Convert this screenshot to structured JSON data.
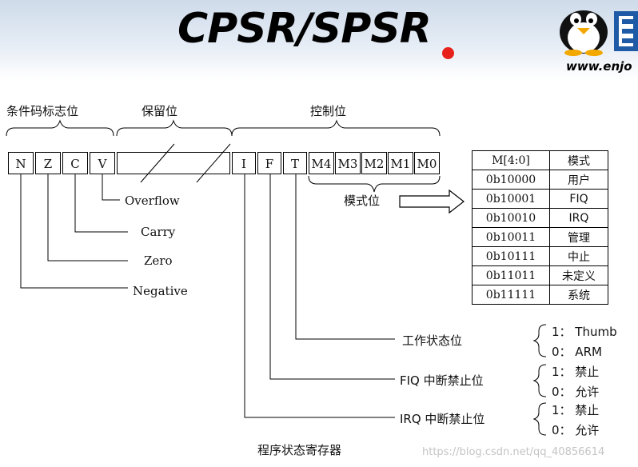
{
  "slide": {
    "title": "CPSR/SPSR",
    "site": "www.enjo"
  },
  "groups": {
    "condition": "条件码标志位",
    "reserved": "保留位",
    "control": "控制位"
  },
  "bits": [
    "N",
    "Z",
    "C",
    "V",
    "I",
    "F",
    "T",
    "M4",
    "M3",
    "M2",
    "M1",
    "M0"
  ],
  "flags": {
    "overflow": "Overflow",
    "carry": "Carry",
    "zero": "Zero",
    "negative": "Negative"
  },
  "mode_bits_label": "模式位",
  "mode_table": {
    "header": [
      "M[4:0]",
      "模式"
    ],
    "rows": [
      [
        "0b10000",
        "用户"
      ],
      [
        "0b10001",
        "FIQ"
      ],
      [
        "0b10010",
        "IRQ"
      ],
      [
        "0b10011",
        "管理"
      ],
      [
        "0b10111",
        "中止"
      ],
      [
        "0b11011",
        "未定义"
      ],
      [
        "0b11111",
        "系统"
      ]
    ]
  },
  "control_bits": {
    "t": {
      "label": "工作状态位",
      "one": "1： Thumb",
      "zero": "0： ARM"
    },
    "f": {
      "label": "FIQ 中断禁止位",
      "one": "1： 禁止",
      "zero": "0： 允许"
    },
    "i": {
      "label": "IRQ 中断禁止位",
      "one": "1： 禁止",
      "zero": "0： 允许"
    }
  },
  "caption": "程序状态寄存器",
  "watermark": "https://blog.csdn.net/qq_40856614"
}
